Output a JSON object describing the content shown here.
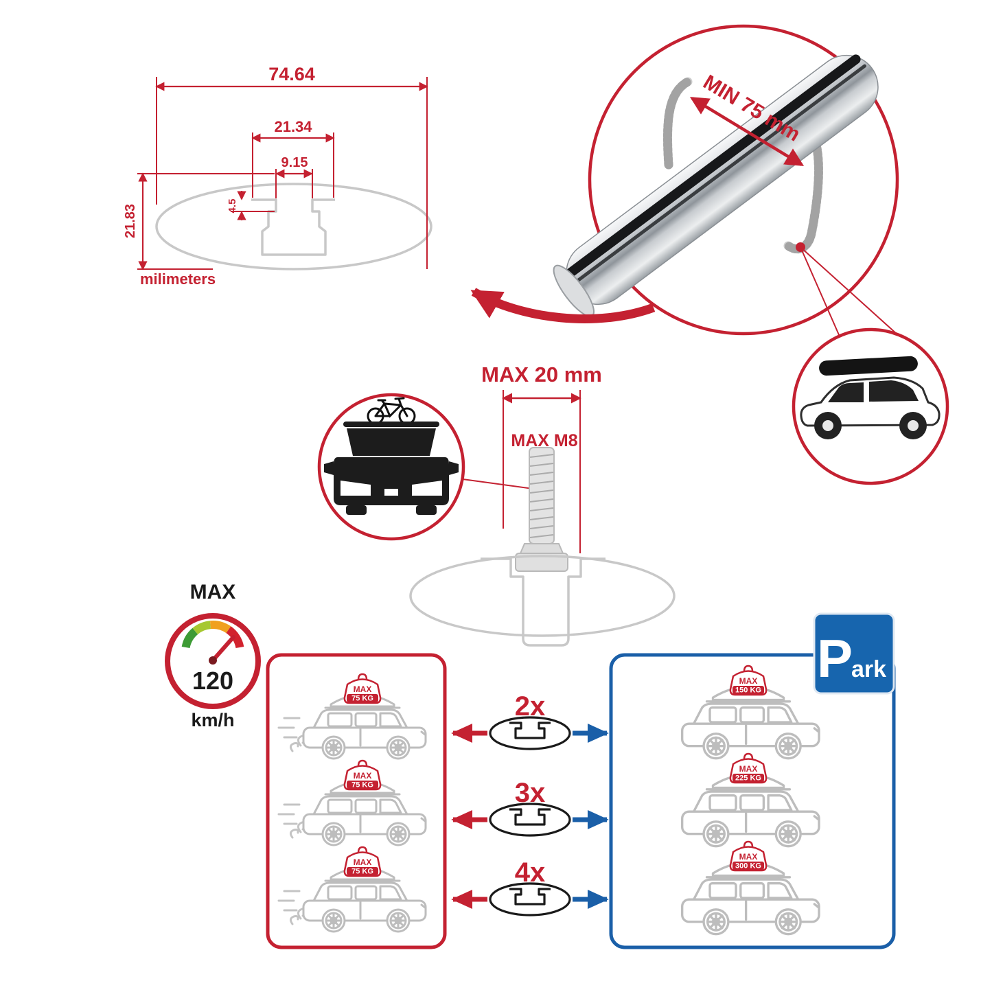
{
  "title": "Roof rack crossbar specification infographic",
  "colors": {
    "accent_red": "#c42131",
    "accent_blue": "#1a5fa8",
    "sign_blue": "#1765ae",
    "profile_gray": "#c8c8c8",
    "ink": "#1a1a1a",
    "gauge_segments": [
      "#3d9b35",
      "#a6c831",
      "#f0a01e",
      "#d2232e"
    ]
  },
  "dimension_drawing": {
    "total_width": "74.64",
    "channel_width": "21.34",
    "slot_width": "9.15",
    "slot_depth": "4.5",
    "total_height": "21.83",
    "units_label": "milimeters"
  },
  "clamp_inset": {
    "min_grip_label": "MIN 75 mm"
  },
  "bolt_diagram": {
    "max_length_label": "MAX 20 mm",
    "max_thread_label": "MAX M8"
  },
  "speed_limit": {
    "heading": "MAX",
    "value": "120",
    "unit": "km/h"
  },
  "driving_panel": {
    "cars": [
      {
        "max_label": "MAX",
        "load_label": "75 KG"
      },
      {
        "max_label": "MAX",
        "load_label": "75 KG"
      },
      {
        "max_label": "MAX",
        "load_label": "75 KG"
      }
    ]
  },
  "parked_panel": {
    "sign": {
      "letter": "P",
      "suffix": "ark"
    },
    "cars": [
      {
        "max_label": "MAX",
        "load_label": "150 KG"
      },
      {
        "max_label": "MAX",
        "load_label": "225 KG"
      },
      {
        "max_label": "MAX",
        "load_label": "300 KG"
      }
    ]
  },
  "bar_multipliers": [
    {
      "label": "2x"
    },
    {
      "label": "3x"
    },
    {
      "label": "4x"
    }
  ]
}
